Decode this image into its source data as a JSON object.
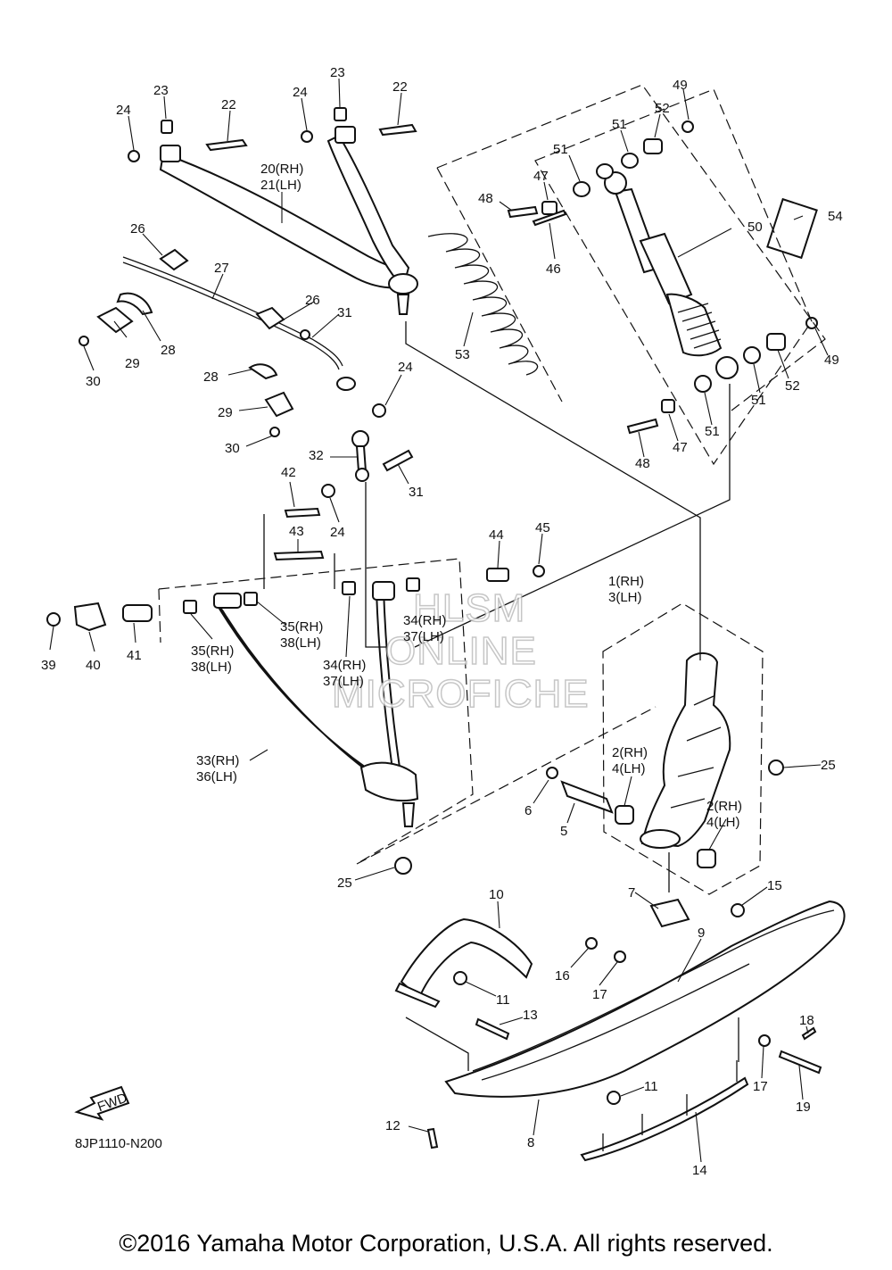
{
  "diagram_code": "8JP1110-N200",
  "fwd_label": "FWD",
  "copyright": "©2016 Yamaha Motor Corporation, U.S.A. All rights reserved.",
  "watermark": [
    "HLSM",
    "ONLINE",
    "MICROFICHE"
  ],
  "callouts": {
    "c24a": "24",
    "c23a": "23",
    "c22a": "22",
    "c24b": "24",
    "c23b": "23",
    "c22b": "22",
    "c20_21": [
      "20(RH)",
      "21(LH)"
    ],
    "c26a": "26",
    "c27": "27",
    "c26b": "26",
    "c31a": "31",
    "c28a": "28",
    "c29a": "29",
    "c30a": "30",
    "c28b": "28",
    "c29b": "29",
    "c30b": "30",
    "c24c": "24",
    "c32": "32",
    "c31b": "31",
    "c42": "42",
    "c24d": "24",
    "c43": "43",
    "c44": "44",
    "c45": "45",
    "c39": "39",
    "c40": "40",
    "c41": "41",
    "c35_38a": [
      "35(RH)",
      "38(LH)"
    ],
    "c35_38b": [
      "35(RH)",
      "38(LH)"
    ],
    "c34_37a": [
      "34(RH)",
      "37(LH)"
    ],
    "c34_37b": [
      "34(RH)",
      "37(LH)"
    ],
    "c33_36": [
      "33(RH)",
      "36(LH)"
    ],
    "c25a": "25",
    "c49a": "49",
    "c52a": "52",
    "c51a": "51",
    "c51b": "51",
    "c47a": "47",
    "c48a": "48",
    "c46": "46",
    "c50": "50",
    "c54": "54",
    "c53": "53",
    "c49b": "49",
    "c52b": "52",
    "c51c": "51",
    "c51d": "51",
    "c47b": "47",
    "c48b": "48",
    "c1_3": [
      "1(RH)",
      "3(LH)"
    ],
    "c25b": "25",
    "c2_4a": [
      "2(RH)",
      "4(LH)"
    ],
    "c2_4b": [
      "2(RH)",
      "4(LH)"
    ],
    "c6": "6",
    "c5": "5",
    "c7": "7",
    "c15": "15",
    "c10": "10",
    "c9": "9",
    "c16": "16",
    "c17a": "17",
    "c11a": "11",
    "c13": "13",
    "c18": "18",
    "c17b": "17",
    "c19": "19",
    "c11b": "11",
    "c12": "12",
    "c8": "8",
    "c14": "14"
  }
}
